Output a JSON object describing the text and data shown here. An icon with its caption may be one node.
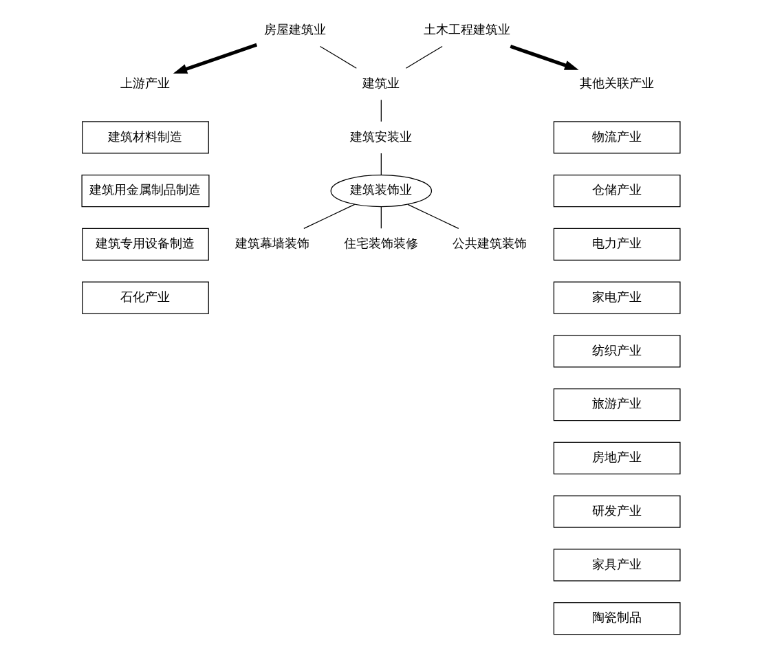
{
  "diagram": {
    "nodes": [
      {
        "text": [
          "房屋建筑业"
        ]
      },
      {
        "text": [
          "土木工程建筑业"
        ]
      },
      {
        "text": [
          "建筑业"
        ]
      },
      {
        "text": [
          "建筑安装业"
        ]
      },
      {
        "text": [
          "建筑装饰业"
        ]
      },
      {
        "text": [
          "住宅装饰装修"
        ]
      },
      {
        "text": [
          "公共建筑装饰"
        ]
      },
      {
        "text": [
          "建筑幕墙装饰"
        ]
      },
      {
        "text": [
          "上游产业"
        ]
      },
      {
        "text": [
          "建筑材料制造"
        ]
      },
      {
        "text": [
          "建筑用金属制品制造"
        ]
      },
      {
        "text": [
          "建筑专用设备制造"
        ]
      },
      {
        "text": [
          "石化产业"
        ]
      },
      {
        "text": [
          "其他关联产业"
        ]
      },
      {
        "text": [
          "物流产业"
        ]
      },
      {
        "text": [
          "仓储产业"
        ]
      },
      {
        "text": [
          "电力产业"
        ]
      },
      {
        "text": [
          "家电产业"
        ]
      },
      {
        "text": [
          "纺织产业"
        ]
      },
      {
        "text": [
          "旅游产业"
        ]
      },
      {
        "text": [
          "房地产业"
        ]
      },
      {
        "text": [
          "研发产业"
        ]
      },
      {
        "text": [
          "家具产业"
        ]
      },
      {
        "text": [
          "陶瓷制品"
        ]
      }
    ],
    "edges": [
      {
        "from": 0,
        "to": 2,
        "arrow": "none"
      },
      {
        "from": 1,
        "to": 2,
        "arrow": "none"
      },
      {
        "from": 0,
        "to": 8,
        "arrow": "to",
        "style": "thick"
      },
      {
        "from": 1,
        "to": 13,
        "arrow": "to",
        "style": "thick"
      },
      {
        "from": 2,
        "to": 3,
        "arrow": "none"
      },
      {
        "from": 3,
        "to": 4,
        "arrow": "none"
      },
      {
        "from": 4,
        "to": 5,
        "arrow": "none"
      },
      {
        "from": 4,
        "to": 6,
        "arrow": "none"
      },
      {
        "from": 4,
        "to": 7,
        "arrow": "none"
      }
    ]
  }
}
